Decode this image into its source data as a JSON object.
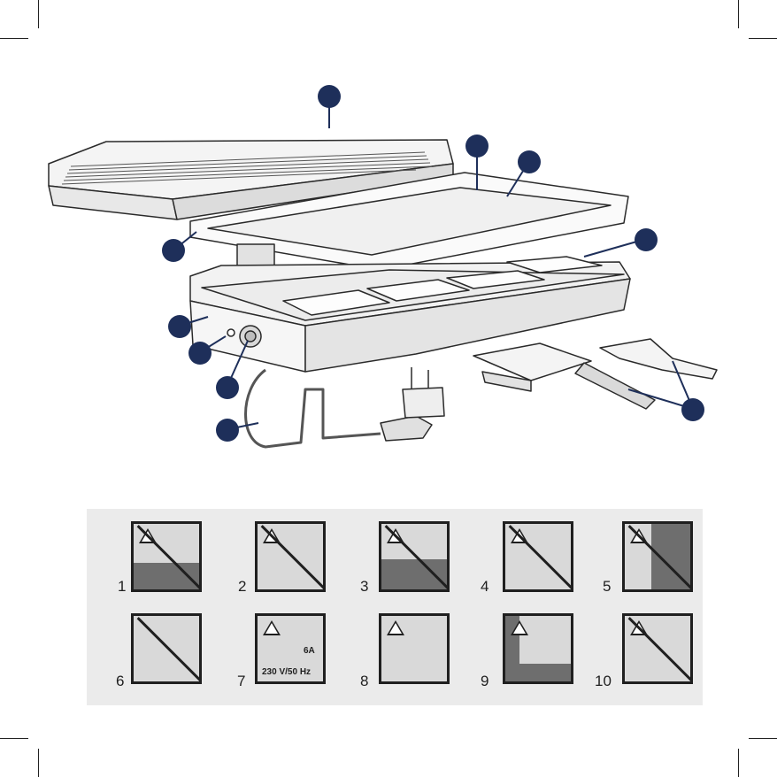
{
  "pictograms": [
    {
      "number": "1"
    },
    {
      "number": "2"
    },
    {
      "number": "3"
    },
    {
      "number": "4"
    },
    {
      "number": "5"
    },
    {
      "number": "6"
    },
    {
      "number": "7"
    },
    {
      "number": "8"
    },
    {
      "number": "9"
    },
    {
      "number": "10"
    }
  ],
  "pictogram_7": {
    "voltage_label": "230 V/50 Hz",
    "fuse_label": "6A"
  },
  "colors": {
    "callout": "#1e2f5a",
    "line": "#1f1f1f",
    "panel": "#ebebeb"
  }
}
